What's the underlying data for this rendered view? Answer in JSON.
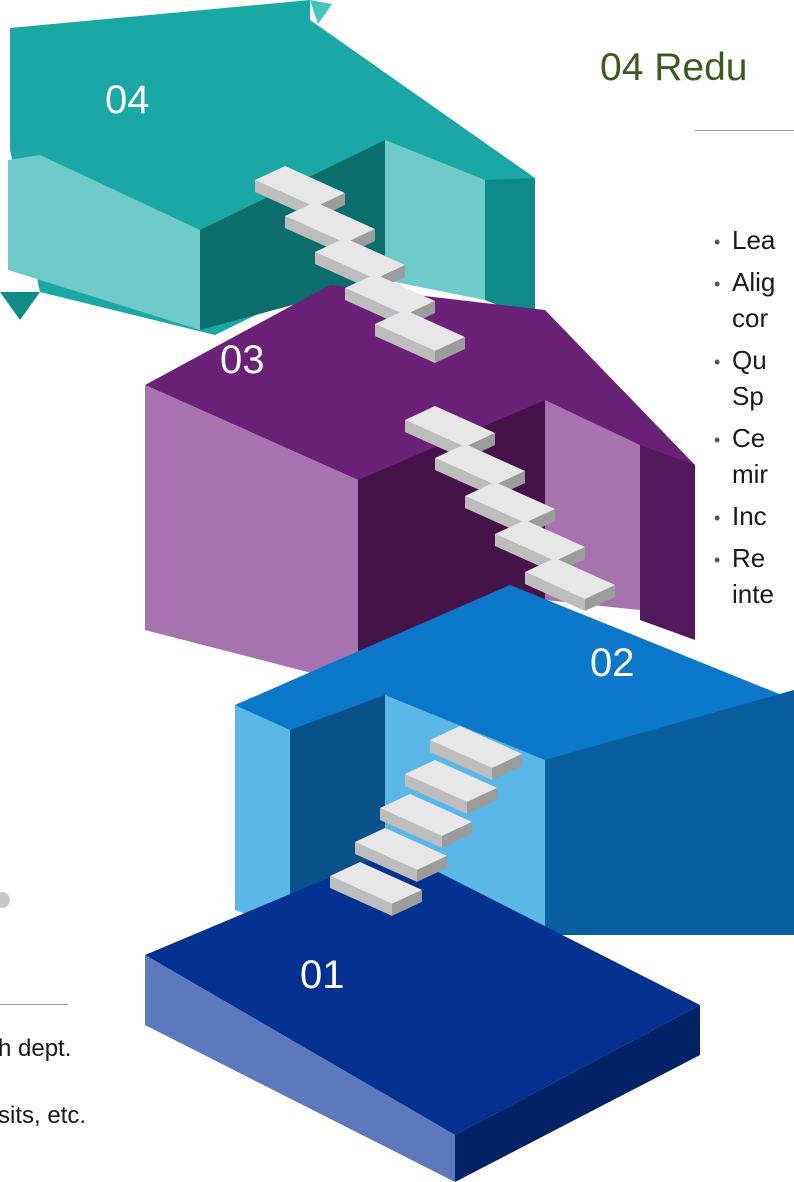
{
  "slide": {
    "title": "04 Redu",
    "bullets": [
      "Lea",
      "Alig",
      "cor",
      "Qu",
      "Sp",
      "Ce",
      "mir",
      "Inc",
      "Re",
      "inte"
    ],
    "left_text": [
      "h dept.",
      "sits, etc."
    ]
  },
  "steps": [
    {
      "label": "04",
      "colors": {
        "top": "#19a8a3",
        "front": "#6ecbc8",
        "side": "#0f8b87",
        "inner": "#0b6e6b"
      }
    },
    {
      "label": "03",
      "colors": {
        "top": "#6b2177",
        "front": "#a673ae",
        "side": "#521a5c",
        "inner": "#441449"
      }
    },
    {
      "label": "02",
      "colors": {
        "top": "#0a77c8",
        "front": "#5ab7e8",
        "side": "#085e9e",
        "inner": "#07528a"
      }
    },
    {
      "label": "01",
      "colors": {
        "top": "#02318f",
        "front": "#5d78bc",
        "side": "#012267",
        "inner": "#021e5a"
      }
    }
  ],
  "colors": {
    "stair_top": "#e7e7e7",
    "stair_front": "#bdbdbd",
    "stair_side": "#9c9c9c",
    "title": "#3d5a1e"
  }
}
